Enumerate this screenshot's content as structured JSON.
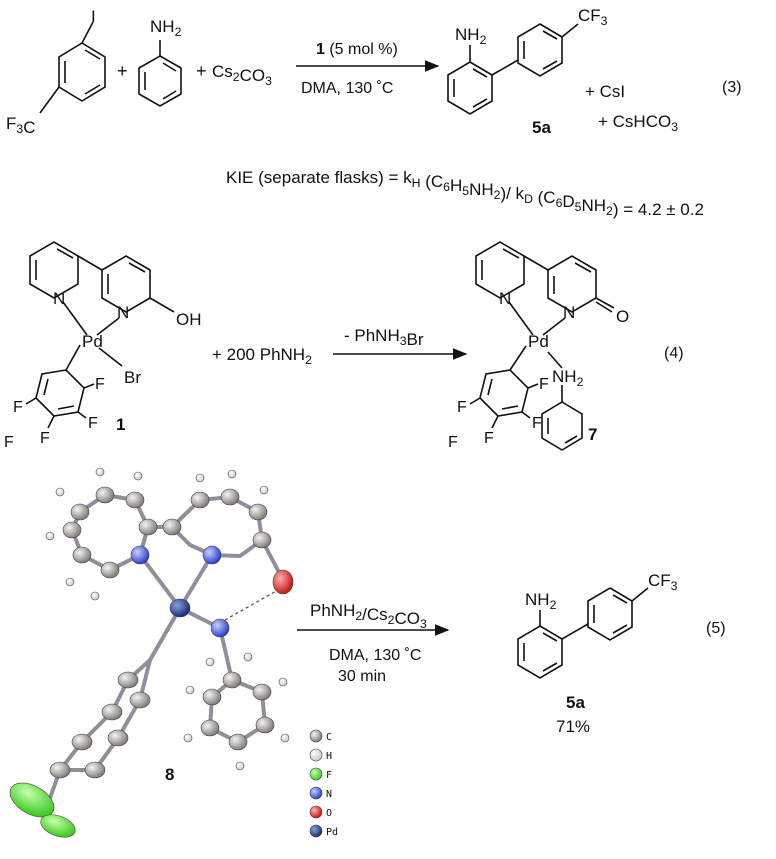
{
  "eq3": {
    "reactant1": {
      "i": "I",
      "cf3": "F3C"
    },
    "plus1": "+",
    "reactant2": {
      "nh2": "NH2"
    },
    "plus2": "+",
    "base": "Cs2CO3",
    "catalyst_num": "1",
    "catalyst_load": " (5 mol %)",
    "conditions": "DMA, 130 ˚C",
    "product": {
      "nh2": "NH2",
      "cf3": "CF3",
      "label": "5a"
    },
    "byproduct1": "+ CsI",
    "byproduct2": "+ CsHCO3",
    "eq_label": "(3)",
    "kie": "KIE (separate flasks) = kH (C6H5NH2)/ kD (C6D5NH2) = 4.2 ± 0.2"
  },
  "eq4": {
    "complex1": {
      "n1": "N",
      "n2": "N",
      "pd": "Pd",
      "oh": "OH",
      "br": "Br",
      "f": "F",
      "label": "1"
    },
    "reagent": "+ 200 PhNH2",
    "arrow_label": "- PhNH3Br",
    "complex7": {
      "n1": "N",
      "n2": "N",
      "pd": "Pd",
      "o": "O",
      "nh2": "NH2",
      "f": "F",
      "label": "7"
    },
    "eq_label": "(4)"
  },
  "eq5": {
    "crystal_label": "8",
    "legend": [
      {
        "symbol": "C",
        "color": "#9a9a9a"
      },
      {
        "symbol": "H",
        "color": "#f2f2f2"
      },
      {
        "symbol": "F",
        "color": "#44dd22"
      },
      {
        "symbol": "N",
        "color": "#3b55e6"
      },
      {
        "symbol": "O",
        "color": "#e01818"
      },
      {
        "symbol": "Pd",
        "color": "#1e3c8c"
      }
    ],
    "arrow_top": "PhNH2/Cs2CO3",
    "arrow_bottom1": "DMA, 130 ˚C",
    "arrow_bottom2": "30 min",
    "product": {
      "nh2": "NH2",
      "cf3": "CF3",
      "label": "5a",
      "yield": "71%"
    },
    "eq_label": "(5)"
  }
}
